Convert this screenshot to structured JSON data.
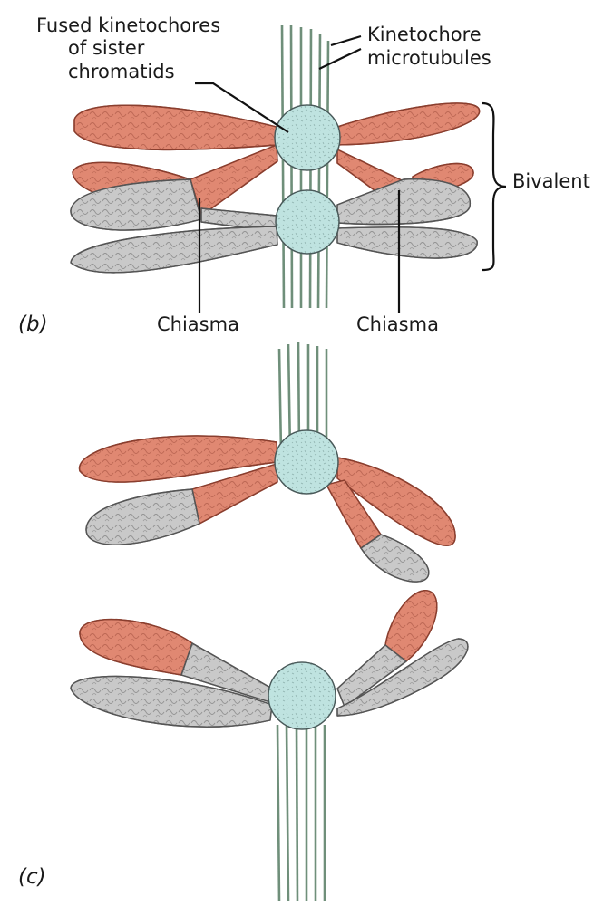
{
  "colors": {
    "maternal": "#e08872",
    "paternal": "#c9c9c9",
    "kinetochore": "#bfe3e0",
    "microtubule": "#6f8f7a",
    "text": "#1a1a1a"
  },
  "labels": {
    "fused_kinetochores": [
      "Fused kinetochores",
      "of sister",
      "chromatids"
    ],
    "kinetochore_microtubules": [
      "Kinetochore",
      "microtubules"
    ],
    "bivalent": "Bivalent",
    "chiasma_left": "Chiasma",
    "chiasma_right": "Chiasma"
  },
  "panels": {
    "b": "(b)",
    "c": "(c)"
  }
}
